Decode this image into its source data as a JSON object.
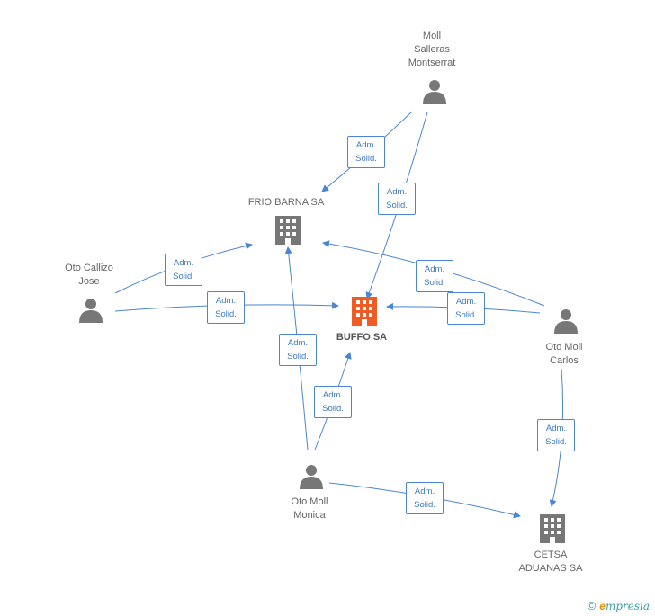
{
  "nodes": {
    "moll_salleras": {
      "name": [
        "Moll",
        "Salleras",
        "Montserrat"
      ],
      "type": "person"
    },
    "frio_barna": {
      "name": [
        "FRIO BARNA SA"
      ],
      "type": "company"
    },
    "oto_callizo": {
      "name": [
        "Oto Callizo",
        "Jose"
      ],
      "type": "person"
    },
    "buffo": {
      "name": [
        "BUFFO SA"
      ],
      "type": "company-main"
    },
    "oto_moll_carlos": {
      "name": [
        "Oto Moll",
        "Carlos"
      ],
      "type": "person"
    },
    "oto_moll_monica": {
      "name": [
        "Oto Moll",
        "Monica"
      ],
      "type": "person"
    },
    "cetsa": {
      "name": [
        "CETSA",
        "ADUANAS SA"
      ],
      "type": "company"
    }
  },
  "relation_label": [
    "Adm.",
    "Solid."
  ],
  "colors": {
    "edge": "#4a86d4",
    "person": "#777777",
    "company": "#777777",
    "main": "#f05a24"
  },
  "footer": {
    "copyright": "©",
    "brand_initial": "e",
    "brand_rest": "mpresia"
  }
}
